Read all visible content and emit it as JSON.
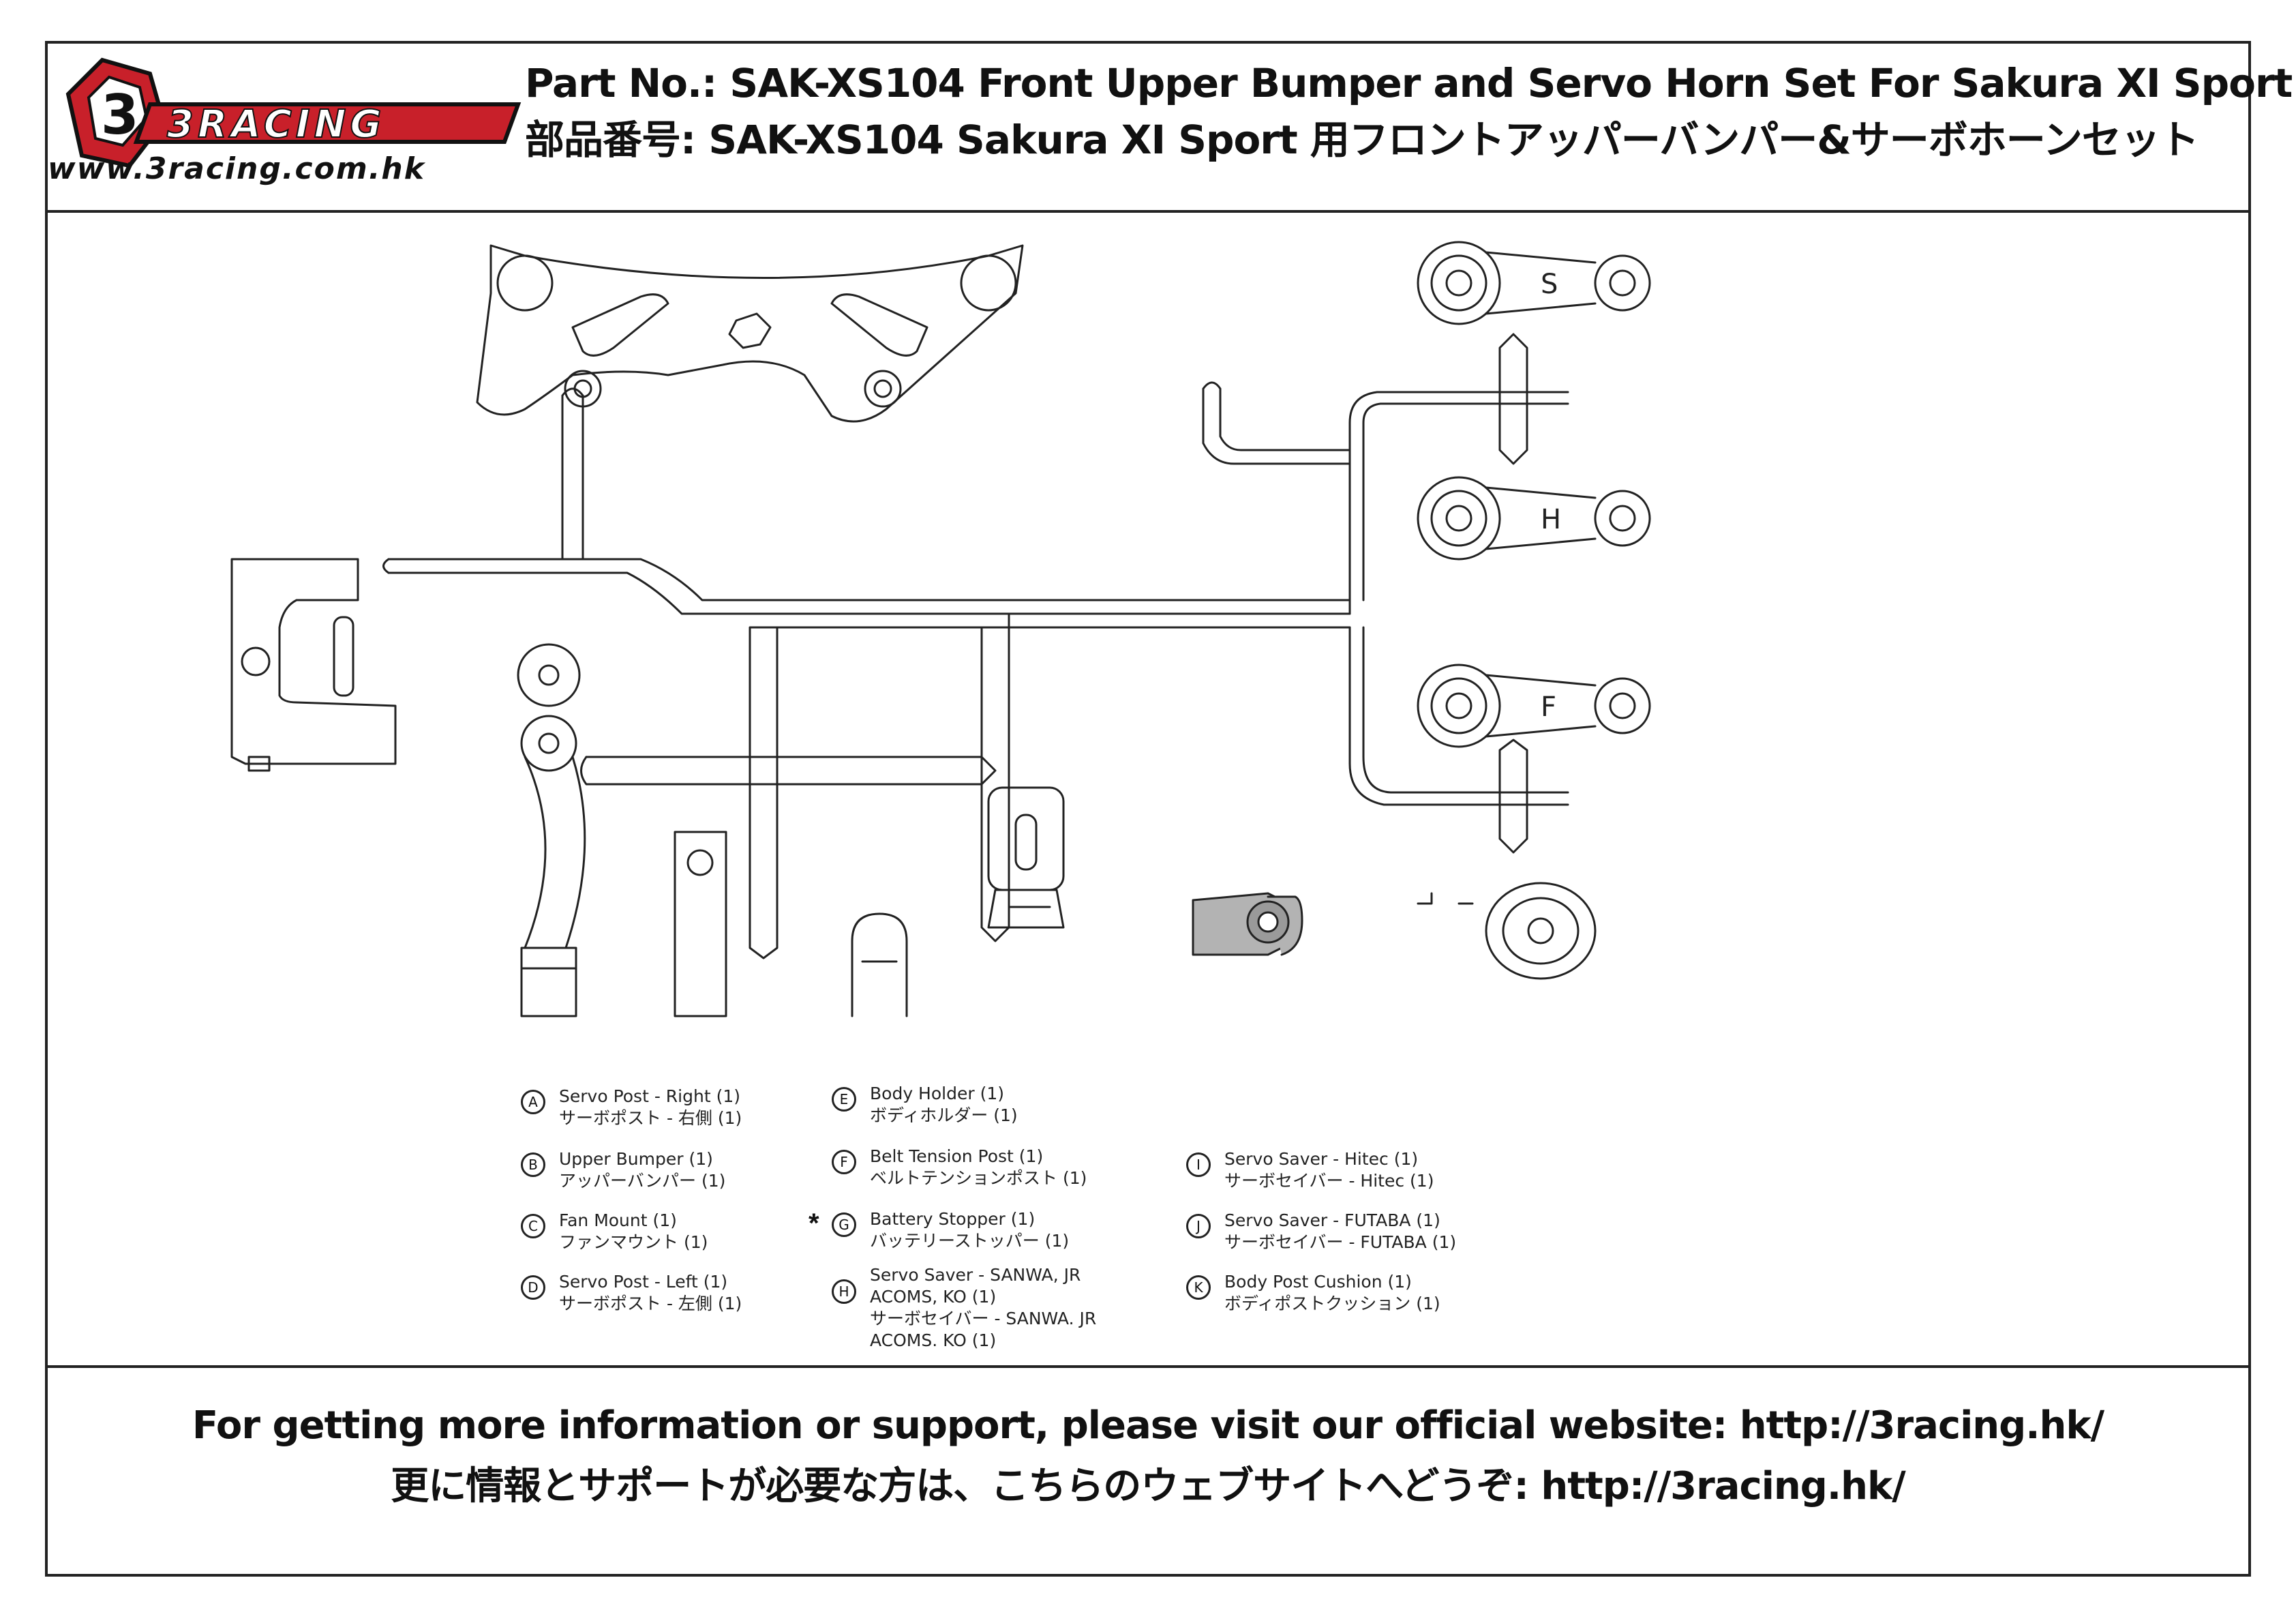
{
  "header": {
    "logo_text": "3RACING",
    "logo_url": "www.3racing.com.hk",
    "title_en": "Part No.: SAK-XS104 Front Upper Bumper and Servo Horn Set For Sakura XI Sport",
    "title_jp": "部品番号: SAK-XS104 Sakura XI Sport 用フロントアッパーバンパー&サーボホーンセット"
  },
  "drawing": {
    "horn_labels": [
      "S",
      "H",
      "F"
    ]
  },
  "legend": [
    {
      "letter": "A",
      "en": "Servo Post - Right (1)",
      "jp": "サーボポスト - 右側 (1)"
    },
    {
      "letter": "B",
      "en": "Upper Bumper (1)",
      "jp": "アッパーバンパー (1)"
    },
    {
      "letter": "C",
      "en": "Fan Mount (1)",
      "jp": "ファンマウント (1)"
    },
    {
      "letter": "D",
      "en": "Servo Post - Left (1)",
      "jp": "サーボポスト - 左側 (1)"
    },
    {
      "letter": "E",
      "en": "Body Holder (1)",
      "jp": "ボディホルダー (1)"
    },
    {
      "letter": "F",
      "en": "Belt Tension Post (1)",
      "jp": "ベルトテンションポスト (1)"
    },
    {
      "letter": "G",
      "en": "Battery Stopper (1)",
      "jp": "バッテリーストッパー (1)",
      "mark": "*"
    },
    {
      "letter": "H",
      "en": "Servo Saver - SANWA, JR",
      "en2": "ACOMS, KO (1)",
      "jp": "サーボセイバー - SANWA. JR",
      "jp2": "ACOMS. KO (1)"
    },
    {
      "letter": "I",
      "en": "Servo Saver - Hitec (1)",
      "jp": "サーボセイバー - Hitec (1)"
    },
    {
      "letter": "J",
      "en": "Servo Saver - FUTABA (1)",
      "jp": "サーボセイバー - FUTABA (1)"
    },
    {
      "letter": "K",
      "en": "Body Post Cushion (1)",
      "jp": "ボディポストクッション (1)"
    }
  ],
  "footer": {
    "en": "For getting more information or support, please visit our official website: http://3racing.hk/",
    "jp": "更に情報とサポートが必要な方は、こちらのウェブサイトへどうぞ: http://3racing.hk/"
  }
}
